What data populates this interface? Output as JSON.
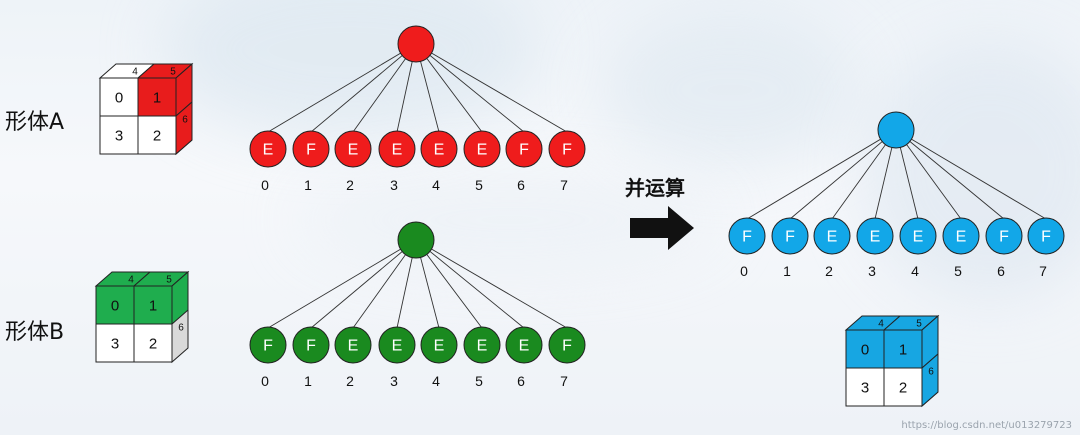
{
  "colors": {
    "red": "#ef1c1c",
    "green": "#1a8a1f",
    "blue": "#12a7e8",
    "cube_green": "#1fad4e",
    "cube_blue": "#17a6e2",
    "cube_red": "#e81c1c"
  },
  "labels": {
    "shape_a": "形体A",
    "shape_b": "形体B",
    "operation": "并运算",
    "footer": "https://blog.csdn.net/u013279723"
  },
  "trees": [
    {
      "id": "tree-a",
      "color": "red",
      "children": [
        "E",
        "F",
        "E",
        "E",
        "E",
        "E",
        "F",
        "F"
      ],
      "indices": [
        "0",
        "1",
        "2",
        "3",
        "4",
        "5",
        "6",
        "7"
      ]
    },
    {
      "id": "tree-b",
      "color": "green",
      "children": [
        "F",
        "F",
        "E",
        "E",
        "E",
        "E",
        "E",
        "F"
      ],
      "indices": [
        "0",
        "1",
        "2",
        "3",
        "4",
        "5",
        "6",
        "7"
      ]
    },
    {
      "id": "tree-result",
      "color": "blue",
      "children": [
        "F",
        "F",
        "E",
        "E",
        "E",
        "E",
        "F",
        "F"
      ],
      "indices": [
        "0",
        "1",
        "2",
        "3",
        "4",
        "5",
        "6",
        "7"
      ]
    }
  ],
  "cubes": [
    {
      "id": "cube-a",
      "front": [
        "0",
        "1",
        "3",
        "2"
      ],
      "top": [
        "4",
        "5"
      ],
      "side": [
        "6"
      ],
      "filled": [
        "1"
      ],
      "side_filled": true,
      "color": "cube_red"
    },
    {
      "id": "cube-b",
      "front": [
        "0",
        "1",
        "3",
        "2"
      ],
      "top": [
        "4",
        "5"
      ],
      "side": [
        "6"
      ],
      "filled": [
        "0",
        "1"
      ],
      "side_filled": false,
      "color": "cube_green"
    },
    {
      "id": "cube-result",
      "front": [
        "0",
        "1",
        "3",
        "2"
      ],
      "top": [
        "4",
        "5"
      ],
      "side": [
        "6"
      ],
      "filled": [
        "0",
        "1"
      ],
      "side_filled": true,
      "color": "cube_blue"
    }
  ]
}
